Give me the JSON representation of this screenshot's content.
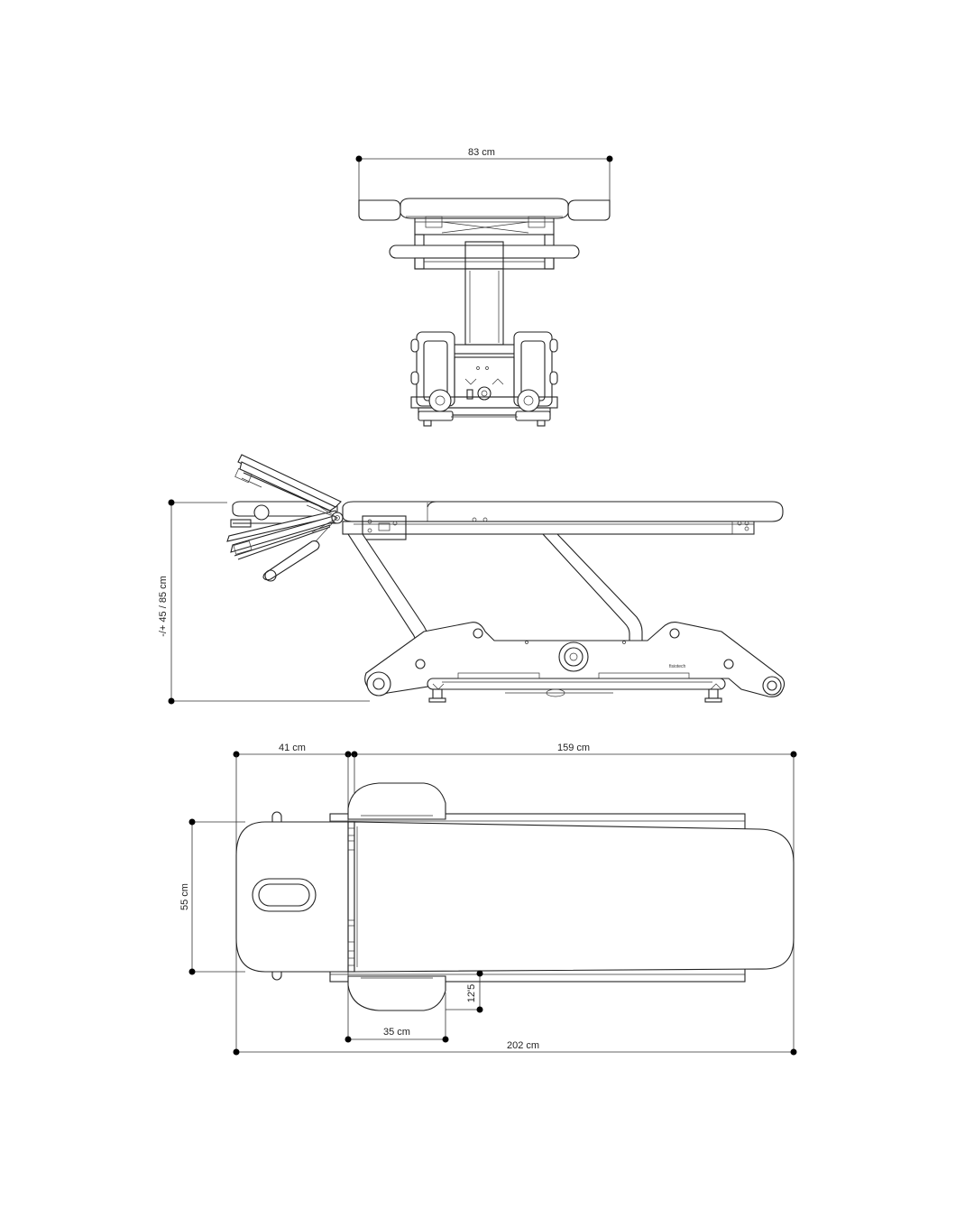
{
  "dimensions": {
    "front_width": "83 cm",
    "height_range": "-/+ 45 / 85 cm",
    "head_section": "41 cm",
    "body_section": "159 cm",
    "width": "55 cm",
    "armrest_width": "35 cm",
    "armrest_depth": "12'5",
    "total_length": "202 cm"
  },
  "brand": "fisiotech"
}
